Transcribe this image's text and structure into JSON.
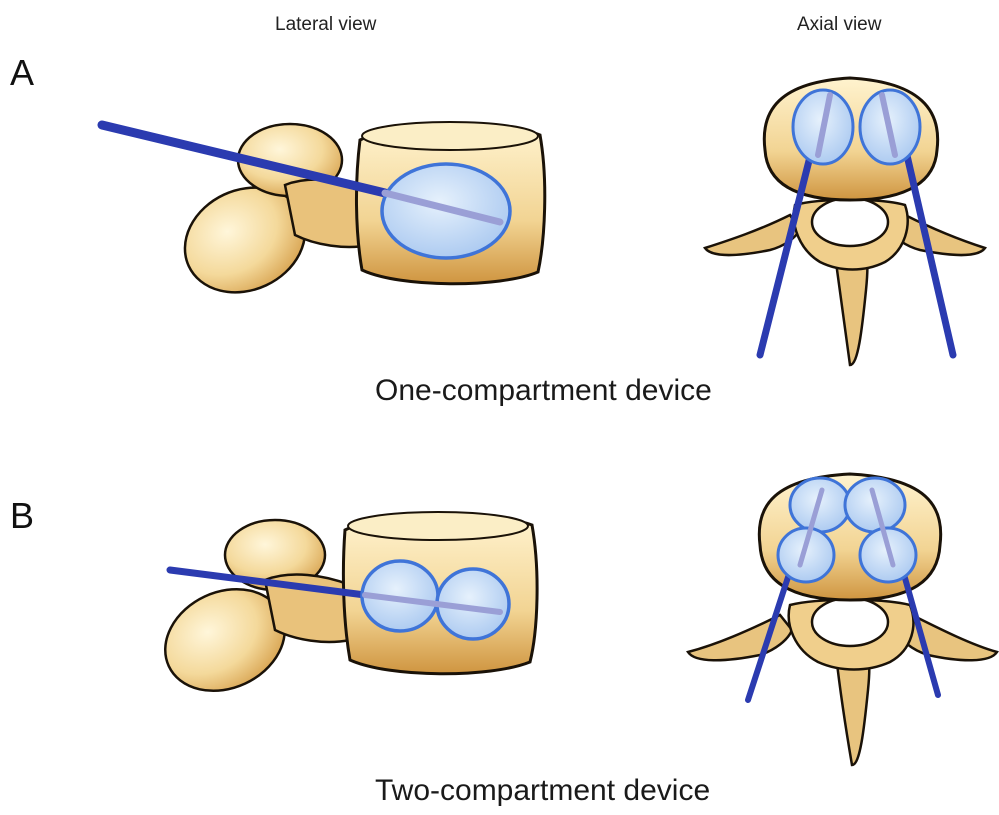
{
  "column_headers": {
    "lateral": "Lateral view",
    "axial": "Axial view"
  },
  "panels": [
    {
      "letter": "A",
      "caption": "One-compartment device",
      "compartments": 1
    },
    {
      "letter": "B",
      "caption": "Two-compartment device",
      "compartments": 2
    }
  ],
  "colors": {
    "bone_fill": "#f6dfa6",
    "bone_shadow": "#c98a2e",
    "bone_outline": "#1a1208",
    "cannula": "#2b3bb0",
    "balloon_fill": "#bfd8f4",
    "balloon_outline": "#3f74d8",
    "background": "#ffffff"
  }
}
